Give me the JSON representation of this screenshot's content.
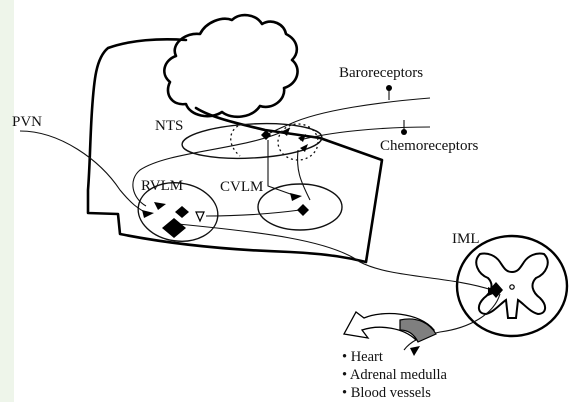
{
  "labels": {
    "pvn": "PVN",
    "nts": "NTS",
    "baroreceptors": "Baroreceptors",
    "chemoreceptors": "Chemoreceptors",
    "rvlm": "RVLM",
    "cvlm": "CVLM",
    "iml": "IML"
  },
  "targets": [
    "• Heart",
    "• Adrenal medulla",
    "• Blood vessels"
  ],
  "colors": {
    "ink": "#111111",
    "arrow_fill": "#7f7f7f",
    "side_bar": "#d8e8cf"
  }
}
